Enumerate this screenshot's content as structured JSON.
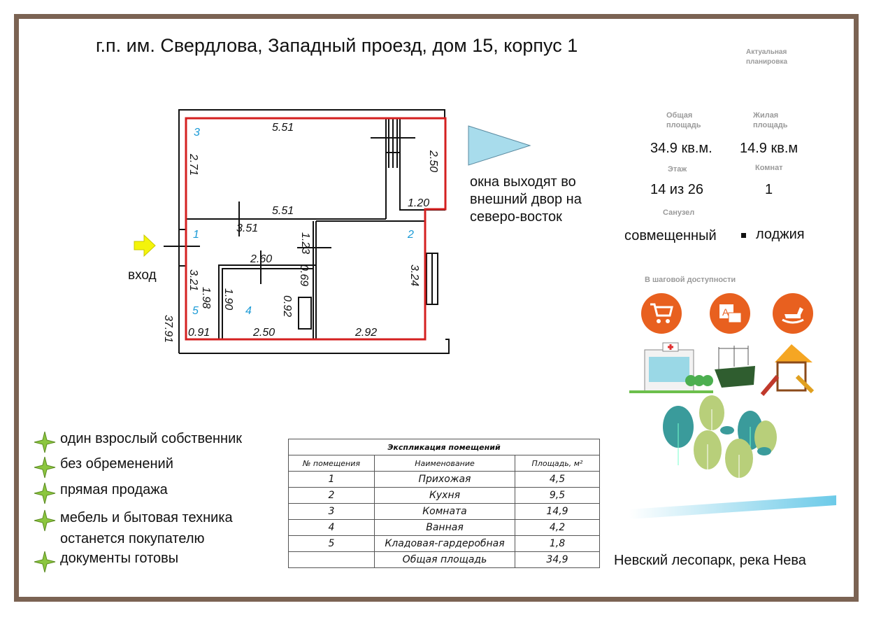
{
  "title": "г.п. им. Свердлова, Западный проезд, дом 15, корпус 1",
  "plan_note": "Актуальная планировка",
  "stats": {
    "total_area_label": "Общая площадь",
    "total_area_value": "34.9 кв.м.",
    "living_area_label": "Жилая площадь",
    "living_area_value": "14.9 кв.м",
    "floor_label": "Этаж",
    "floor_value": "14 из 26",
    "rooms_label": "Комнат",
    "rooms_value": "1",
    "bathroom_label": "Санузел",
    "bathroom_value": "совмещенный",
    "extra_value": "лоджия"
  },
  "windows_note": [
    "окна выходят во",
    "внешний двор на",
    "северо-восток"
  ],
  "entrance_label": "вход",
  "plan": {
    "room_numbers": [
      "1",
      "2",
      "3",
      "4",
      "5"
    ],
    "dimensions": [
      "5.51",
      "2.71",
      "5.51",
      "3.51",
      "2.50",
      "1.20",
      "1.23",
      "2.60",
      "3.24",
      "3.21",
      "1.98",
      "1.90",
      "0.69",
      "0.92",
      "0.91",
      "2.50",
      "2.92",
      "37.91"
    ]
  },
  "accent_colors": {
    "outline": "#d42020",
    "room_number": "#1a9ad6",
    "frame": "#7b6353",
    "poi": "#e8601f",
    "arrow": "#f4f40a",
    "bullet_star": "#8cc63f"
  },
  "features": [
    {
      "lines": [
        "один взрослый собственник"
      ]
    },
    {
      "lines": [
        "без обременений"
      ]
    },
    {
      "lines": [
        "прямая продажа"
      ]
    },
    {
      "lines": [
        "мебель и бытовая техника",
        "останется  покупателю"
      ]
    },
    {
      "lines": [
        "документы готовы"
      ]
    }
  ],
  "explication": {
    "title": "Экспликация помещений",
    "headers": [
      "№ помещения",
      "Наименование",
      "Площадь, м²"
    ],
    "rows": [
      [
        "1",
        "Прихожая",
        "4,5"
      ],
      [
        "2",
        "Кухня",
        "9,5"
      ],
      [
        "3",
        "Комната",
        "14,9"
      ],
      [
        "4",
        "Ванная",
        "4,2"
      ],
      [
        "5",
        "Кладовая-гардеробная",
        "1,8"
      ]
    ],
    "total": [
      "",
      "Общая площадь",
      "34,9"
    ]
  },
  "nearby": {
    "heading": "В шаговой доступности",
    "icons": [
      "shopping-cart",
      "school",
      "rocking-horse"
    ],
    "caption": "Невский лесопарк, река Нева"
  }
}
